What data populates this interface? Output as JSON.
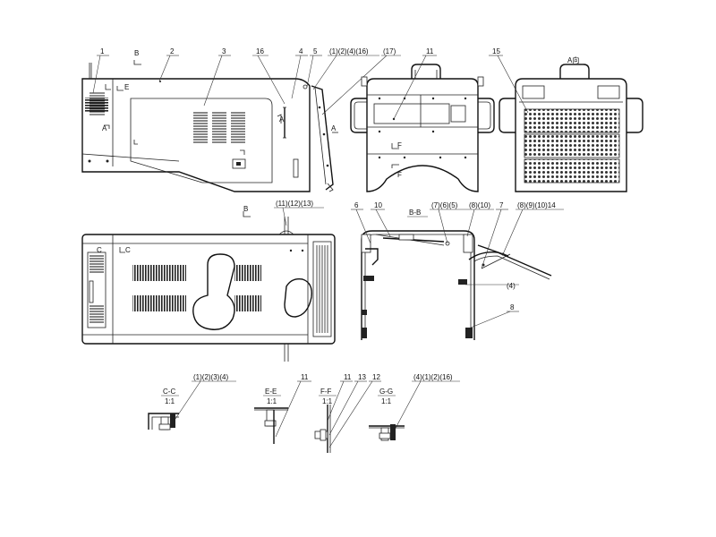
{
  "callouts": {
    "c1": "1",
    "c2": "2",
    "c3": "3",
    "c4": "4",
    "c5": "5",
    "c16": "16",
    "c_1_2_4_16": "(1)(2)(4)(16)",
    "c17": "(17)",
    "c11_top": "11",
    "c15": "15",
    "c_11_12_13": "(11)(12)(13)",
    "c6": "6",
    "c10": "10",
    "c_7_6_5": "(7)(6)(5)",
    "c_8_10": "(8)(10)",
    "c7": "7",
    "c_8_9_10_14": "(8)(9)(10)14",
    "c_4": "(4)",
    "c8": "8",
    "c_1_2_3_4": "(1)(2)(3)(4)",
    "c11_ee": "11",
    "c11_ff": "11",
    "c13": "13",
    "c12": "12",
    "c_4_1_2_16": "(4)(1)(2)(16)"
  },
  "markers": {
    "b_top": "B",
    "b_plan": "B",
    "e_mark": "E",
    "c_mark_left": "C",
    "c_mark_right": "C",
    "a_left": "A",
    "a_mid": "A",
    "a_arrow": "A",
    "f_top": "F",
    "f_bottom": "F"
  },
  "views": {
    "a_view_label": "A向",
    "bb_section": "B-B"
  },
  "sections": [
    {
      "name": "C-C",
      "scale": "1:1"
    },
    {
      "name": "E-E",
      "scale": "1:1"
    },
    {
      "name": "F-F",
      "scale": "1:1"
    },
    {
      "name": "G-G",
      "scale": "1:1"
    }
  ]
}
